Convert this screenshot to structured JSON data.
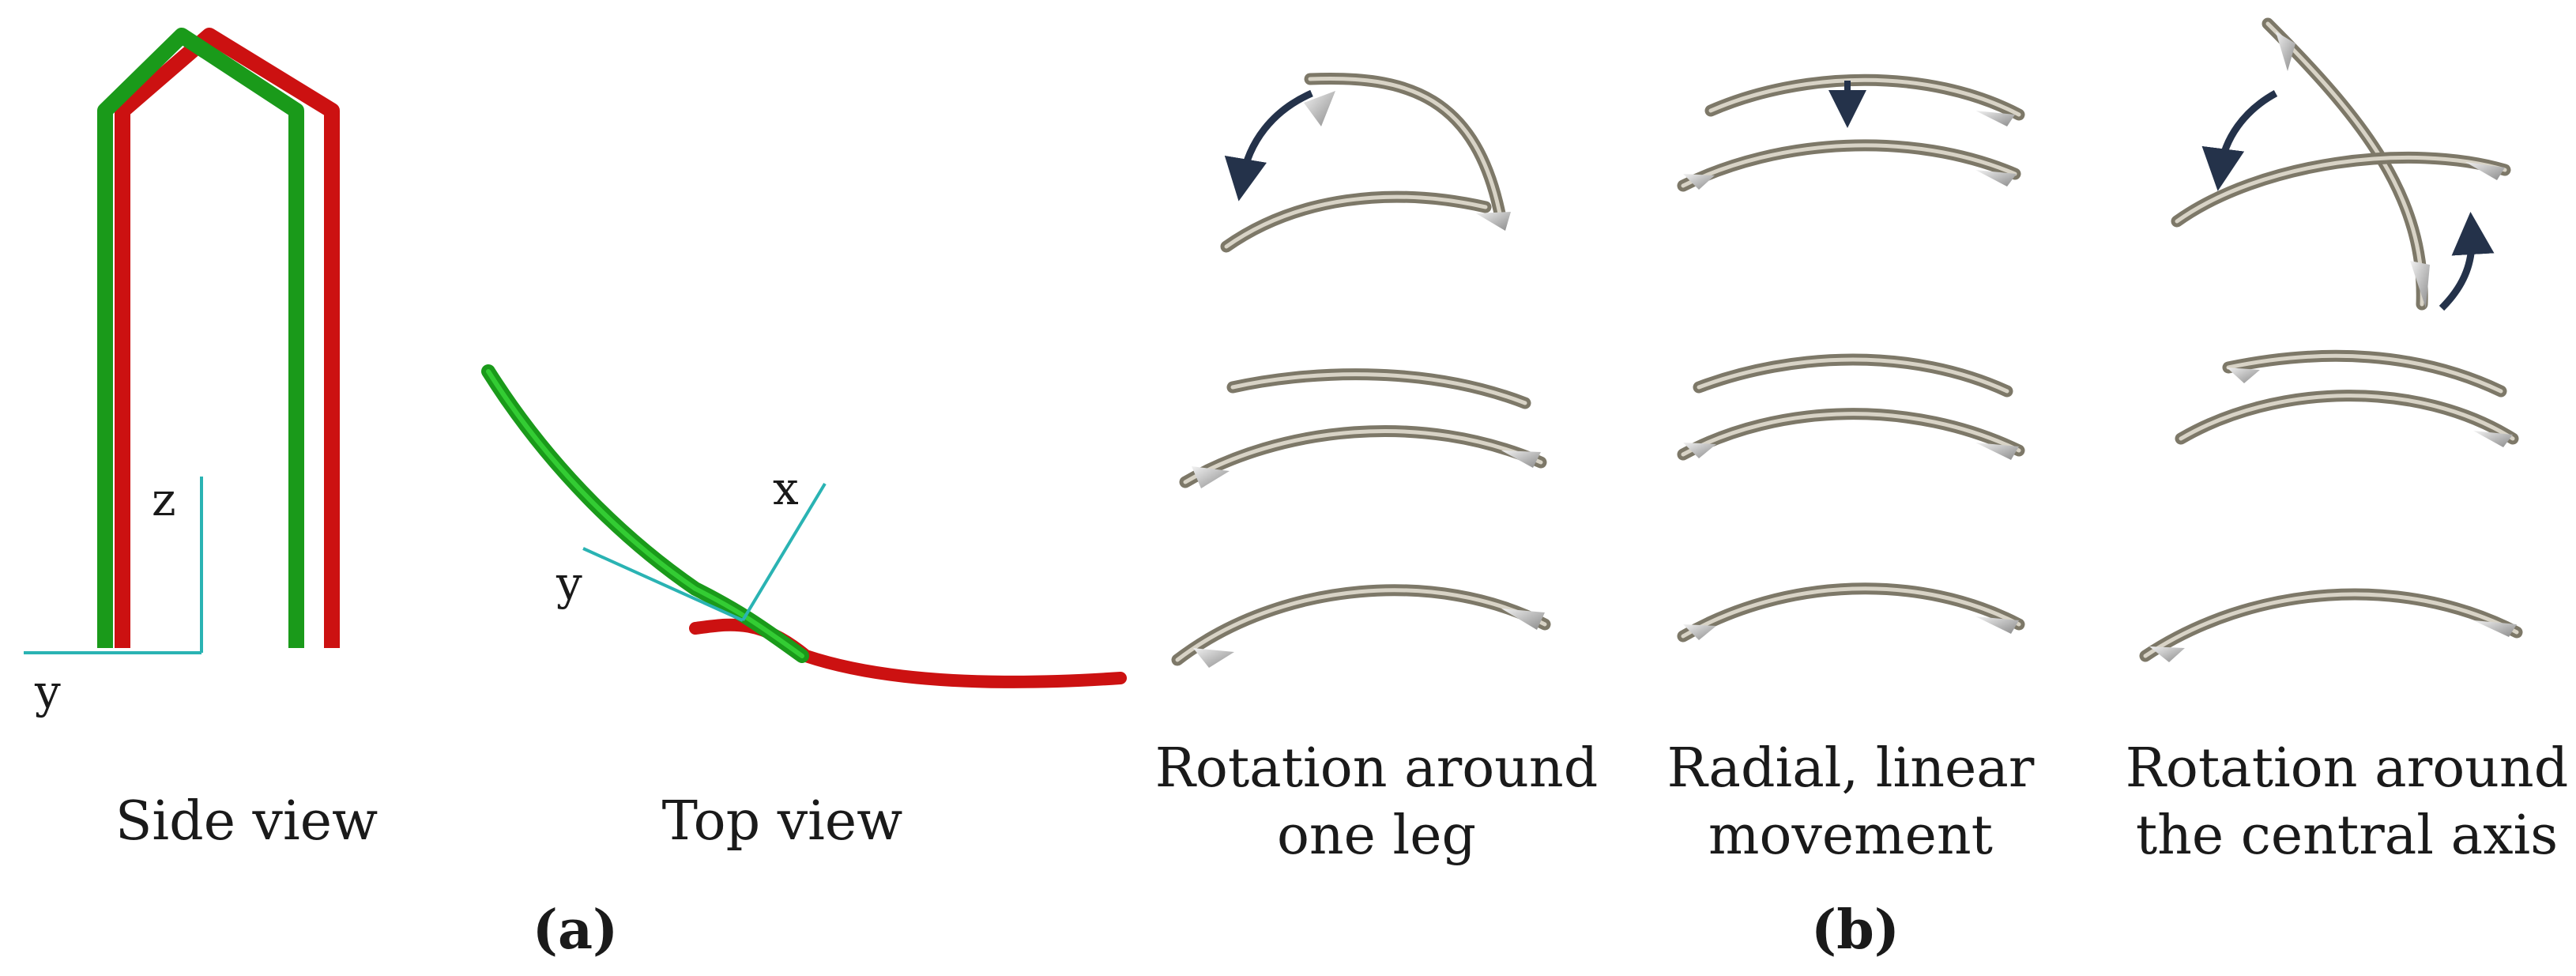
{
  "panel_a": {
    "axes_side": {
      "z": "z",
      "y": "y"
    },
    "axes_top": {
      "x": "x",
      "y": "y"
    },
    "caption_side": "Side view",
    "caption_top": "Top view",
    "label": "(a)"
  },
  "panel_b": {
    "columns": [
      {
        "line1": "Rotation around",
        "line2": "one leg"
      },
      {
        "line1": "Radial, linear",
        "line2": "movement"
      },
      {
        "line1": "Rotation around",
        "line2": "the central axis"
      }
    ],
    "label": "(b)"
  },
  "colors": {
    "green": "#1a9a1a",
    "green_light": "#33cc33",
    "red": "#cc1111",
    "teal": "#2ab3b3",
    "wire": "#7d7868",
    "wire_light": "#d8d3c6",
    "arrow": "#24324a"
  }
}
